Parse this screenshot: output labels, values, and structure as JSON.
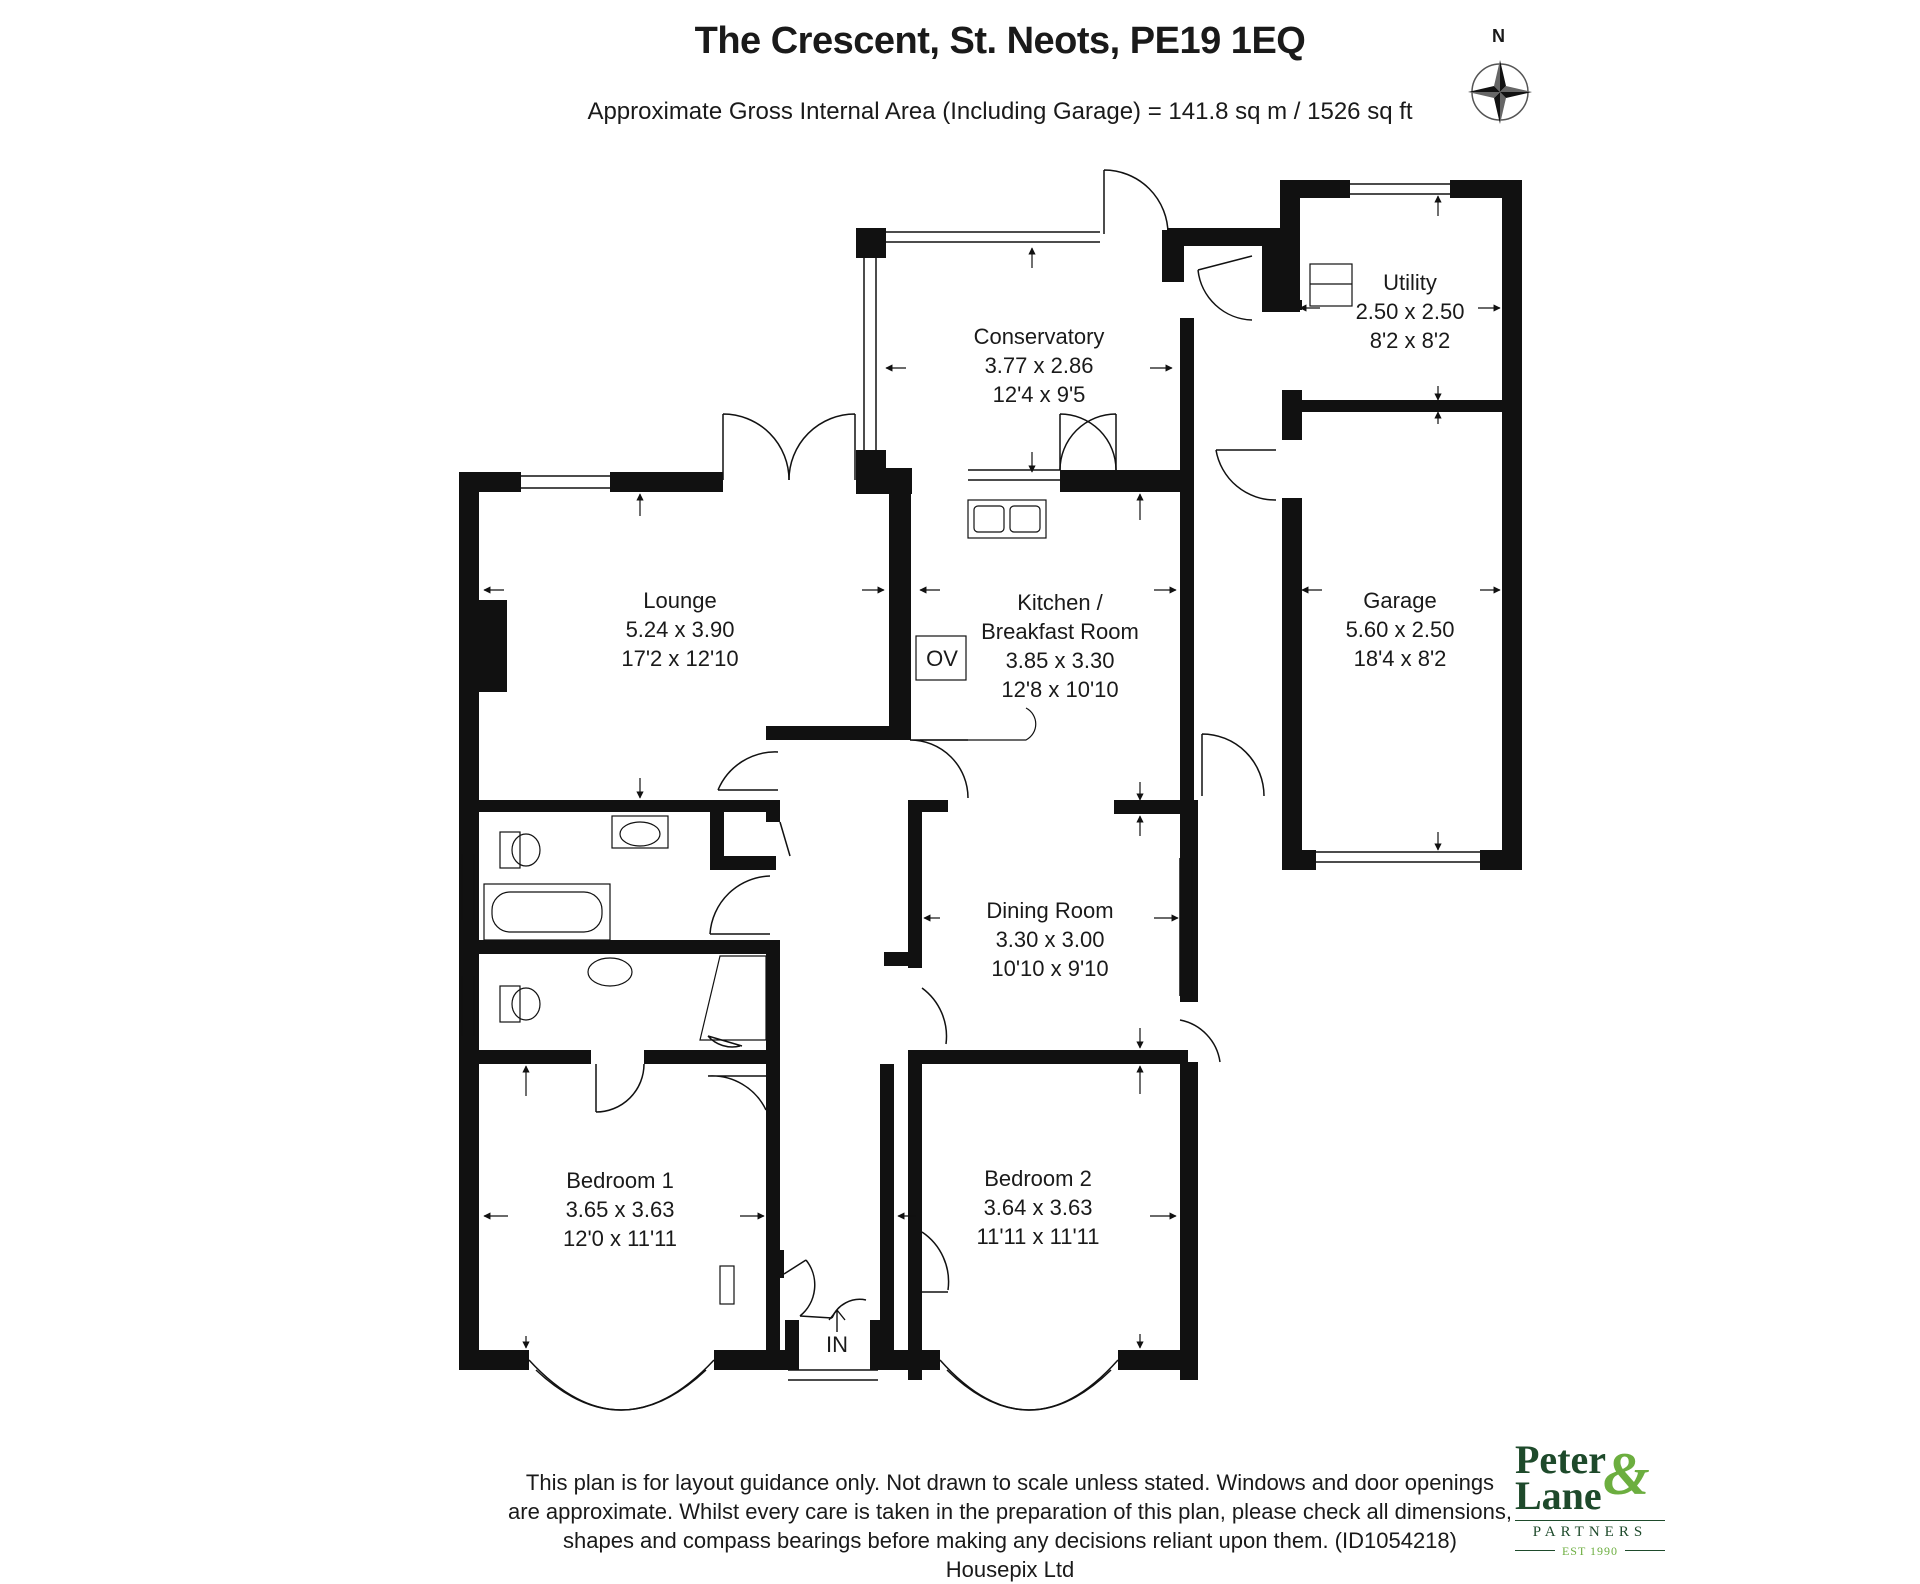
{
  "header": {
    "title": "The Crescent, St. Neots, PE19 1EQ",
    "subtitle": "Approximate Gross Internal Area (Including Garage) = 141.8 sq m / 1526 sq ft"
  },
  "compass": {
    "label": "N"
  },
  "rooms": {
    "conservatory": {
      "name": "Conservatory",
      "metric": "3.77 x 2.86",
      "imperial": "12'4 x 9'5"
    },
    "utility": {
      "name": "Utility",
      "metric": "2.50 x 2.50",
      "imperial": "8'2 x 8'2"
    },
    "lounge": {
      "name": "Lounge",
      "metric": "5.24 x 3.90",
      "imperial": "17'2 x 12'10"
    },
    "kitchen": {
      "name": "Kitchen /",
      "name2": "Breakfast Room",
      "metric": "3.85 x 3.30",
      "imperial": "12'8 x 10'10"
    },
    "garage": {
      "name": "Garage",
      "metric": "5.60 x 2.50",
      "imperial": "18'4 x 8'2"
    },
    "dining": {
      "name": "Dining Room",
      "metric": "3.30 x 3.00",
      "imperial": "10'10 x 9'10"
    },
    "bedroom1": {
      "name": "Bedroom 1",
      "metric": "3.65 x 3.63",
      "imperial": "12'0 x 11'11"
    },
    "bedroom2": {
      "name": "Bedroom 2",
      "metric": "3.64 x 3.63",
      "imperial": "11'11 x 11'11"
    }
  },
  "markers": {
    "oven": "OV",
    "entrance": "IN"
  },
  "footer": {
    "lines": [
      "This plan is for layout guidance only. Not drawn to scale unless stated. Windows and door openings",
      "are approximate. Whilst every care is taken in the preparation of this plan, please check all dimensions,",
      "shapes and compass bearings before making any decisions reliant upon them. (ID1054218)",
      "Housepix Ltd"
    ]
  },
  "logo": {
    "line1": "Peter",
    "line2": "Lane",
    "amp": "&",
    "partners": "PARTNERS",
    "est": "EST 1990"
  },
  "colors": {
    "wall": "#111111",
    "logo_green_dark": "#1e4a2b",
    "logo_green_light": "#6cae3f"
  }
}
